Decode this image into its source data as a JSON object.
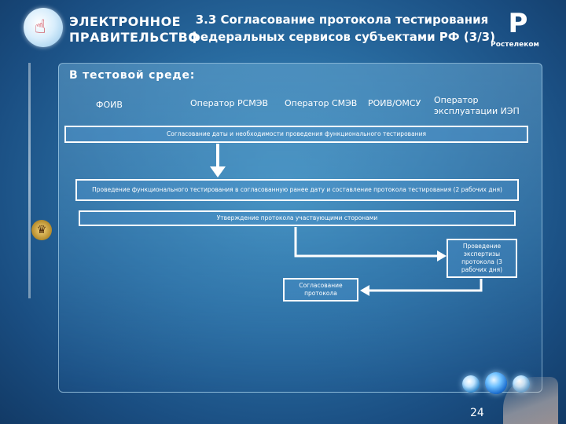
{
  "header": {
    "logo_line1": "ЭЛЕКТРОННОЕ",
    "logo_line2": "ПРАВИТЕЛЬСТВО",
    "title_line1": "3.3 Согласование протокола тестирования",
    "title_line2": "федеральных сервисов субъектами РФ (3/3)",
    "brand": "Ростелеком"
  },
  "panel": {
    "heading": "В тестовой среде:",
    "columns": [
      "ФОИВ",
      "Оператор РСМЭВ",
      "Оператор СМЭВ",
      "РОИВ/ОМСУ",
      "Оператор эксплуатации ИЭП"
    ]
  },
  "steps": [
    "Согласование даты и необходимости проведения функционального тестирования",
    "Проведение функционального тестирования в согласованную ранее дату и составление протокола тестирования (2 рабочих дня)",
    "Утверждение протокола участвующими сторонами",
    "Проведение экспертизы протокола (3 рабочих дня)",
    "Согласование протокола"
  ],
  "footer": {
    "page_number": "24"
  },
  "icons": {
    "logo": "hand-pointer-icon",
    "brand": "rostelecom-r-icon",
    "emblem": "coat-of-arms-icon"
  },
  "colors": {
    "background": "#2a6ea3",
    "step_border": "#ffffff",
    "arrow": "#ffffff",
    "brand_red": "#c8202f"
  }
}
